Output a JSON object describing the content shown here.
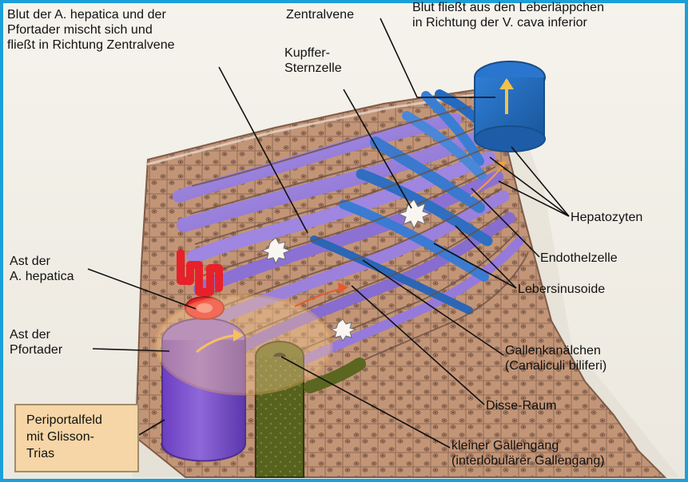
{
  "labels": {
    "blood_mix": "Blut der A. hepatica und der\nPfortader mischt sich und\nfließt in Richtung Zentralvene",
    "central_vein": "Zentralvene",
    "blood_flow_out": "Blut fließt aus den Leberläppchen\nin Richtung der V. cava inferior",
    "kupffer": "Kupffer-\nSternzelle",
    "hepatocytes": "Hepatozyten",
    "endothelial": "Endothelzelle",
    "sinusoids": "Lebersinusoide",
    "bile_canaliculi": "Gallenkanälchen\n(Canaliculi biliferi)",
    "disse": "Disse-Raum",
    "small_bile_duct": "kleiner Gallengang\n(interlobulärer Gallengang)",
    "hepatic_artery_branch": "Ast der\nA. hepatica",
    "portal_vein_branch": "Ast der\nPfortader",
    "periportal": "Periportalfeld\nmit Glisson-\nTrias"
  },
  "colors": {
    "frame": "#1b9fd8",
    "tissue": "#b98a6b",
    "sinusoid": "#8f76cf",
    "central_vein": "#1e67b8",
    "artery": "#e4232a",
    "bile_duct": "#4e5a1e",
    "periportal_field": "#f6d6a6"
  }
}
